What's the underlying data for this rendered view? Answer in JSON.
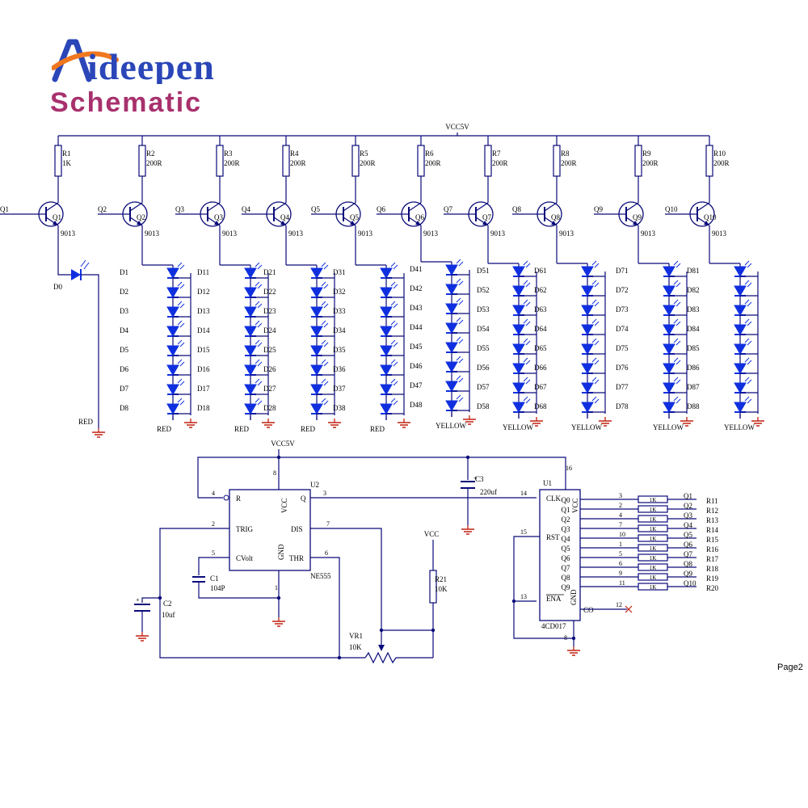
{
  "brand": {
    "logo_text": "Aideepen",
    "subtitle": "Schematic",
    "page_label": "Page2"
  },
  "colors": {
    "wire": "#0a0a7a",
    "led": "#1030e0",
    "gnd": "#c02010",
    "text": "#000000",
    "logo_blue": "#2a46b8",
    "logo_orange": "#f07820",
    "subtitle": "#a8316d"
  },
  "supply": {
    "top_label": "VCC5V",
    "mid_label": "VCC5V",
    "vcc_label": "VCC"
  },
  "stages": [
    {
      "q": "Q1",
      "r": "R1",
      "rv": "1K",
      "t": "9013",
      "color": "RED",
      "leds": [
        "D0"
      ]
    },
    {
      "q": "Q2",
      "r": "R2",
      "rv": "200R",
      "t": "9013",
      "color": "RED",
      "leds": [
        "D1",
        "D2",
        "D3",
        "D4",
        "D5",
        "D6",
        "D7",
        "D8"
      ]
    },
    {
      "q": "Q3",
      "r": "R3",
      "rv": "200R",
      "t": "9013",
      "color": "RED",
      "leds": [
        "D11",
        "D12",
        "D13",
        "D14",
        "D15",
        "D16",
        "D17",
        "D18"
      ]
    },
    {
      "q": "Q4",
      "r": "R4",
      "rv": "200R",
      "t": "9013",
      "color": "RED",
      "leds": [
        "D21",
        "D22",
        "D23",
        "D24",
        "D25",
        "D26",
        "D27",
        "D28"
      ]
    },
    {
      "q": "Q5",
      "r": "R5",
      "rv": "200R",
      "t": "9013",
      "color": "RED",
      "leds": [
        "D31",
        "D32",
        "D33",
        "D34",
        "D35",
        "D36",
        "D37",
        "D38"
      ]
    },
    {
      "q": "Q6",
      "r": "R6",
      "rv": "200R",
      "t": "9013",
      "color": "YELLOW",
      "leds": [
        "D41",
        "D42",
        "D43",
        "D44",
        "D45",
        "D46",
        "D47",
        "D48"
      ]
    },
    {
      "q": "Q7",
      "r": "R7",
      "rv": "200R",
      "t": "9013",
      "color": "YELLOW",
      "leds": [
        "D51",
        "D52",
        "D53",
        "D54",
        "D55",
        "D56",
        "D57",
        "D58"
      ]
    },
    {
      "q": "Q8",
      "r": "R8",
      "rv": "200R",
      "t": "9013",
      "color": "YELLOW",
      "leds": [
        "D61",
        "D62",
        "D63",
        "D64",
        "D65",
        "D66",
        "D67",
        "D68"
      ]
    },
    {
      "q": "Q9",
      "r": "R9",
      "rv": "200R",
      "t": "9013",
      "color": "YELLOW",
      "leds": [
        "D71",
        "D72",
        "D73",
        "D74",
        "D75",
        "D76",
        "D77",
        "D78"
      ]
    },
    {
      "q": "Q10",
      "r": "R10",
      "rv": "200R",
      "t": "9013",
      "color": "YELLOW",
      "leds": [
        "D81",
        "D82",
        "D83",
        "D84",
        "D85",
        "D86",
        "D87",
        "D88"
      ]
    }
  ],
  "ne555": {
    "ref": "U2",
    "part": "NE555",
    "pins": {
      "R": "R",
      "VCC": "VCC",
      "Q": "Q",
      "TRIG": "TRIG",
      "DIS": "DIS",
      "CVolt": "CVolt",
      "GND": "GND",
      "THR": "THR"
    },
    "pin_numbers": {
      "r": "4",
      "vcc": "8",
      "q": "3",
      "trig": "2",
      "dis": "7",
      "cv": "5",
      "thr": "6",
      "gnd": "1"
    }
  },
  "c1": {
    "ref": "C1",
    "value": "104P"
  },
  "c2": {
    "ref": "C2",
    "value": "10uf"
  },
  "c3": {
    "ref": "C3",
    "value": "220uf"
  },
  "r21": {
    "ref": "R21",
    "value": "10K"
  },
  "vr1": {
    "ref": "VR1",
    "value": "10K"
  },
  "cd4017": {
    "ref": "U1",
    "part": "4CD017",
    "pins": {
      "clk": "CLK",
      "rst": "RST",
      "ena": "ENA",
      "vcc": "VCC",
      "gnd": "GND",
      "co": "CO"
    },
    "pin_numbers": {
      "clk": "14",
      "rst": "15",
      "ena": "13",
      "vcc": "16",
      "gnd": "8",
      "co": "12"
    },
    "outputs": [
      {
        "name": "Q0",
        "pin": "3",
        "res": "R11",
        "rv": "1K",
        "net": "Q1"
      },
      {
        "name": "Q1",
        "pin": "2",
        "res": "R12",
        "rv": "1K",
        "net": "Q2"
      },
      {
        "name": "Q2",
        "pin": "4",
        "res": "R13",
        "rv": "1K",
        "net": "Q3"
      },
      {
        "name": "Q3",
        "pin": "7",
        "res": "R14",
        "rv": "1K",
        "net": "Q4"
      },
      {
        "name": "Q4",
        "pin": "10",
        "res": "R15",
        "rv": "1K",
        "net": "Q5"
      },
      {
        "name": "Q5",
        "pin": "1",
        "res": "R16",
        "rv": "1K",
        "net": "Q6"
      },
      {
        "name": "Q6",
        "pin": "5",
        "res": "R17",
        "rv": "1K",
        "net": "Q7"
      },
      {
        "name": "Q7",
        "pin": "6",
        "res": "R18",
        "rv": "1K",
        "net": "Q8"
      },
      {
        "name": "Q8",
        "pin": "9",
        "res": "R19",
        "rv": "1K",
        "net": "Q9"
      },
      {
        "name": "Q9",
        "pin": "11",
        "res": "R20",
        "rv": "1K",
        "net": "Q10"
      }
    ]
  }
}
